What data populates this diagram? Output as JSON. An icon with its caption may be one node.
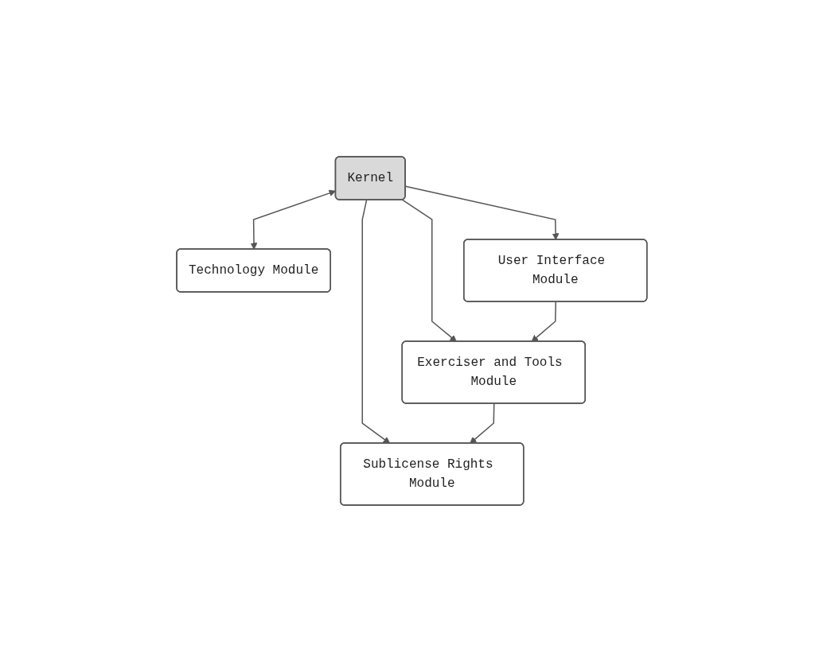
{
  "diagram": {
    "nodes": [
      {
        "text": [
          "Kernel"
        ]
      },
      {
        "text": [
          "Technology Module"
        ]
      },
      {
        "text": [
          "User Interface Module"
        ]
      },
      {
        "text": [
          "Exerciser and Tools Module"
        ]
      },
      {
        "text": [
          "Sublicense Rights Module"
        ]
      }
    ],
    "edges": [
      {
        "from": 0,
        "to": 1,
        "arrow": "both"
      },
      {
        "from": 0,
        "to": 2,
        "arrow": "to"
      },
      {
        "from": 0,
        "to": 3,
        "arrow": "to"
      },
      {
        "from": 0,
        "to": 4,
        "arrow": "to"
      },
      {
        "from": 2,
        "to": 3,
        "arrow": "to"
      },
      {
        "from": 3,
        "to": 4,
        "arrow": "to"
      }
    ]
  }
}
